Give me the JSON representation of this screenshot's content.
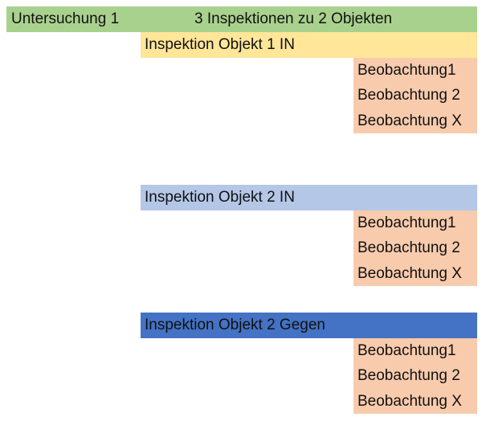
{
  "root": {
    "label": "Untersuchung 1",
    "summary": "3 Inspektionen zu 2 Objekten",
    "color": "#a9d18e"
  },
  "inspections": [
    {
      "label": "Inspektion Objekt 1 IN",
      "color": "#ffe699",
      "observations": [
        "Beobachtung1",
        "Beobachtung 2",
        "Beobachtung X"
      ]
    },
    {
      "label": "Inspektion Objekt 2 IN",
      "color": "#b4c7e7",
      "observations": [
        "Beobachtung1",
        "Beobachtung 2",
        "Beobachtung X"
      ]
    },
    {
      "label": "Inspektion Objekt 2 Gegen",
      "color": "#4472c4",
      "observations": [
        "Beobachtung1",
        "Beobachtung 2",
        "Beobachtung X"
      ]
    }
  ],
  "observation_color": "#f8cbad"
}
